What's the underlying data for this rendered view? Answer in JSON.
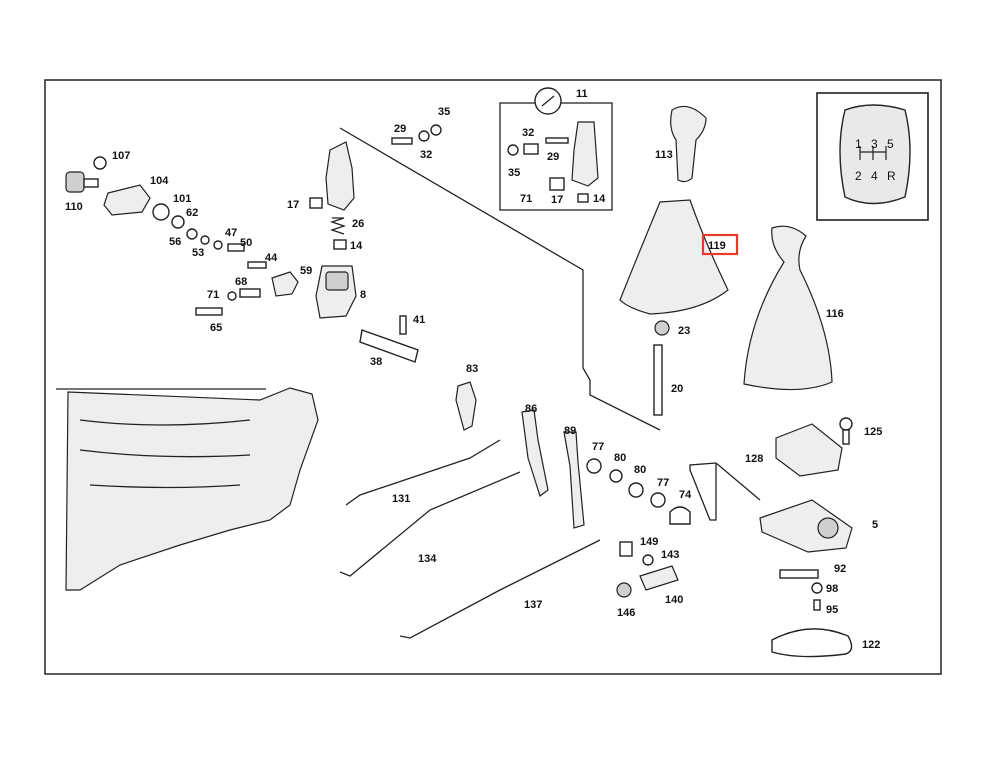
{
  "diagram": {
    "highlighted_label": "119",
    "highlight_color": "#e8392b",
    "shift_pattern": {
      "top": "1 3 5",
      "bottom": "2 4 R"
    },
    "labels": [
      "107",
      "110",
      "104",
      "101",
      "62",
      "56",
      "53",
      "47",
      "50",
      "44",
      "68",
      "59",
      "71",
      "65",
      "8",
      "29",
      "32",
      "35",
      "17",
      "26",
      "14",
      "41",
      "38",
      "11",
      "32",
      "29",
      "35",
      "71",
      "17",
      "14",
      "113",
      "119",
      "116",
      "23",
      "20",
      "125",
      "128",
      "5",
      "83",
      "86",
      "89",
      "77",
      "80",
      "80",
      "77",
      "74",
      "131",
      "134",
      "149",
      "143",
      "137",
      "146",
      "140",
      "92",
      "98",
      "95",
      "122"
    ]
  }
}
